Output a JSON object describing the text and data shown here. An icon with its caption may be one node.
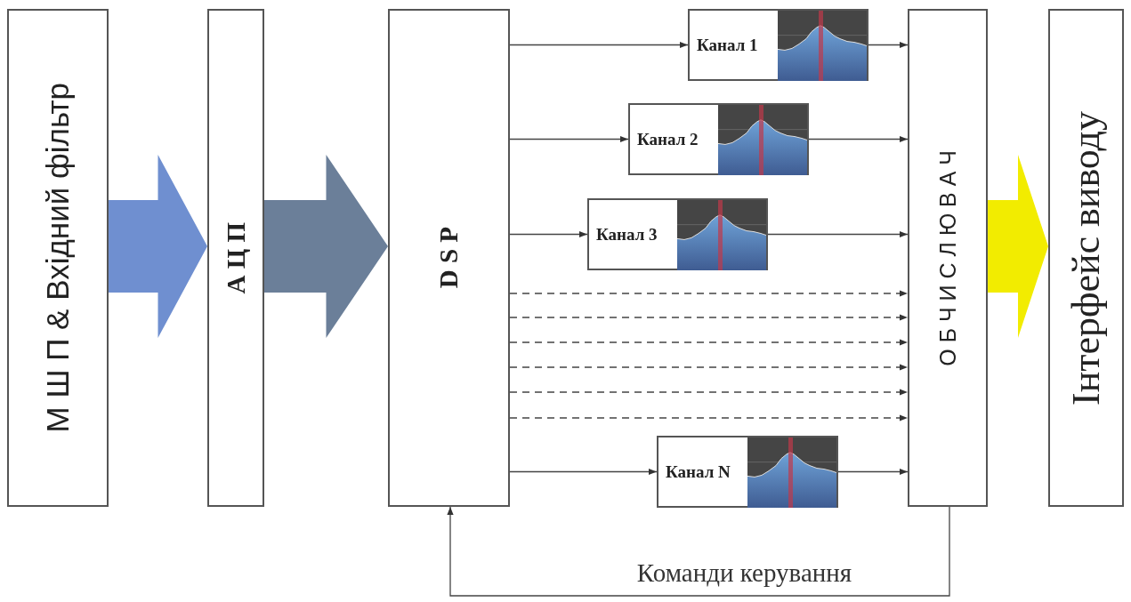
{
  "diagram": {
    "nodes": [
      {
        "text": [
          "М Ш П & Вхідний фільтр"
        ]
      },
      {
        "text": [
          "А Ц П"
        ]
      },
      {
        "text": [
          "D S P"
        ]
      },
      {
        "text": [
          "Канал 1"
        ]
      },
      {
        "text": [
          "Канал 2"
        ]
      },
      {
        "text": [
          "Канал 3"
        ]
      },
      {
        "text": [
          "Канал N"
        ]
      },
      {
        "text": [
          "О Б Ч И С Л Ю В А Ч"
        ]
      },
      {
        "text": [
          "Інтерфейс виводу"
        ]
      }
    ],
    "edges": [
      {
        "from": 0,
        "to": 1,
        "arrow": "to",
        "style": "thick",
        "color": "#6f8fd0"
      },
      {
        "from": 1,
        "to": 2,
        "arrow": "to",
        "style": "thick",
        "color": "#6b7f99"
      },
      {
        "from": 2,
        "to": 3,
        "arrow": "to"
      },
      {
        "from": 2,
        "to": 4,
        "arrow": "to"
      },
      {
        "from": 2,
        "to": 5,
        "arrow": "to"
      },
      {
        "from": 2,
        "to": 7,
        "arrow": "to",
        "style": "dashed"
      },
      {
        "from": 2,
        "to": 7,
        "arrow": "to",
        "style": "dashed"
      },
      {
        "from": 2,
        "to": 7,
        "arrow": "to",
        "style": "dashed"
      },
      {
        "from": 2,
        "to": 7,
        "arrow": "to",
        "style": "dashed"
      },
      {
        "from": 2,
        "to": 7,
        "arrow": "to",
        "style": "dashed"
      },
      {
        "from": 2,
        "to": 7,
        "arrow": "to",
        "style": "dashed"
      },
      {
        "from": 2,
        "to": 6,
        "arrow": "to"
      },
      {
        "from": 3,
        "to": 7,
        "arrow": "to"
      },
      {
        "from": 4,
        "to": 7,
        "arrow": "to"
      },
      {
        "from": 5,
        "to": 7,
        "arrow": "to"
      },
      {
        "from": 6,
        "to": 7,
        "arrow": "to"
      },
      {
        "from": 7,
        "to": 8,
        "arrow": "to",
        "style": "thick",
        "color": "#f2ec00"
      },
      {
        "from": 7,
        "to": 2,
        "arrow": "to",
        "label": "Команди керування"
      }
    ]
  }
}
